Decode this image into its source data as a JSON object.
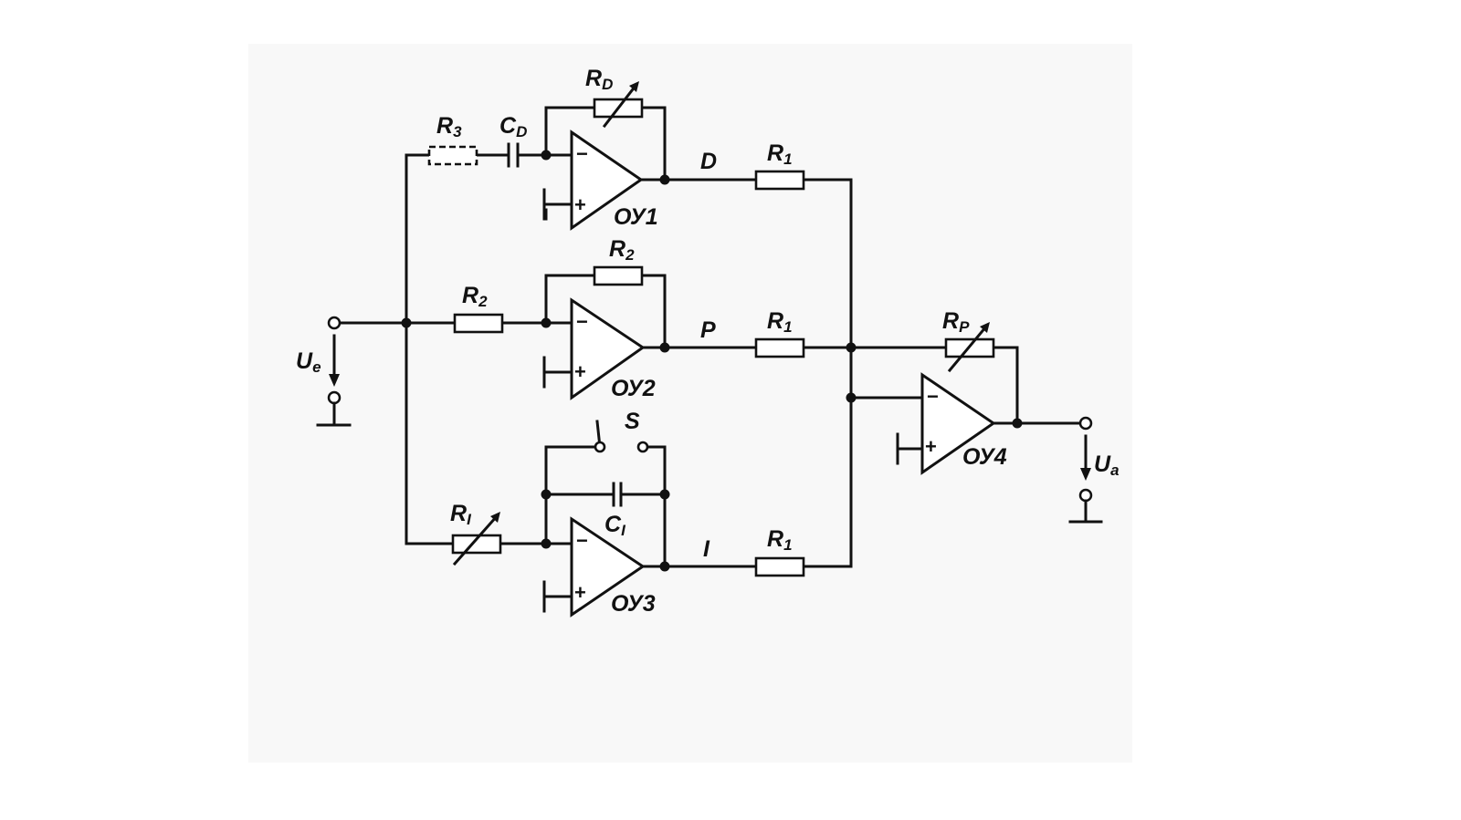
{
  "diagram": {
    "input": {
      "label": "U",
      "sub": "e"
    },
    "output": {
      "label": "U",
      "sub": "a"
    },
    "resistor_r3": {
      "label": "R",
      "sub": "3"
    },
    "capacitor_cd": {
      "label": "C",
      "sub": "D"
    },
    "resistor_rd": {
      "label": "R",
      "sub": "D"
    },
    "resistor_r2_in": {
      "label": "R",
      "sub": "2"
    },
    "resistor_r2_fb": {
      "label": "R",
      "sub": "2"
    },
    "resistor_ri": {
      "label": "R",
      "sub": "I"
    },
    "capacitor_ci": {
      "label": "C",
      "sub": "I"
    },
    "switch_s": {
      "label": "S"
    },
    "resistor_r1_d": {
      "label": "R",
      "sub": "1"
    },
    "resistor_r1_p": {
      "label": "R",
      "sub": "1"
    },
    "resistor_r1_i": {
      "label": "R",
      "sub": "1"
    },
    "resistor_rp": {
      "label": "R",
      "sub": "P"
    },
    "node_d": "D",
    "node_p": "P",
    "node_i": "I",
    "opamps": [
      "ОУ1",
      "ОУ2",
      "ОУ3",
      "ОУ4"
    ],
    "minus_sign": "−",
    "plus_sign": "+"
  }
}
